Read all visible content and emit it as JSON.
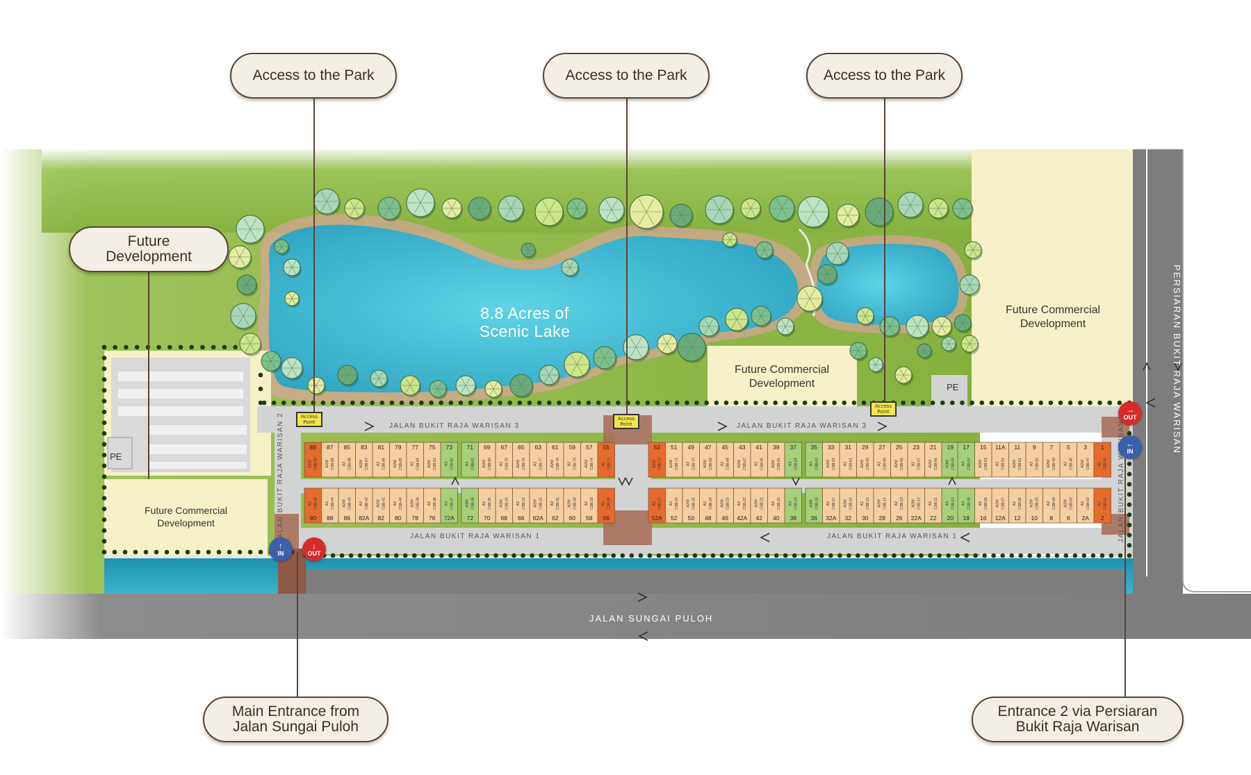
{
  "callouts": {
    "access_1": "Access to the Park",
    "access_2": "Access to the Park",
    "access_3": "Access to the Park",
    "future_dev": "Future\nDevelopment",
    "main_entrance": "Main Entrance from\nJalan Sungai Puloh",
    "entrance_2": "Entrance 2 via Persiaran\nBukit Raja Warisan"
  },
  "labels": {
    "lake": "8.8 Acres of\nScenic Lake",
    "fcd_center": "Future Commercial\nDevelopment",
    "fcd_right": "Future Commercial\nDevelopment",
    "fcd_left": "Future Commercial\nDevelopment",
    "pe_left": "PE",
    "pe_right": "PE",
    "access_point": "Access\nPoint"
  },
  "roads": {
    "warisan3_a": "JALAN BUKIT RAJA WARISAN 3",
    "warisan3_b": "JALAN BUKIT RAJA WARISAN 3",
    "warisan1_a": "JALAN BUKIT RAJA WARISAN 1",
    "warisan1_b": "JALAN BUKIT RAJA WARISAN 1",
    "warisan2": "JALAN BUKIT RAJA WARISAN 2",
    "warisan1_side": "JALAN BUKIT RAJA WARISAN 1",
    "sungai_puloh": "JALAN SUNGAI PULOH",
    "persiaran": "PERSIARAN BUKIT RAJA WARISAN"
  },
  "badges": {
    "in": "IN",
    "out": "OUT"
  },
  "colors": {
    "grass": "#86b13f",
    "lake": "#3fb6cf",
    "road": "#d2d4d4",
    "unit_a2": "#f5cfa0",
    "unit_a3": "#a6cf78",
    "unit_a1": "#e66a2c",
    "dev_area": "#f7f1c8"
  },
  "blocks": {
    "top_1": {
      "nums": [
        "89",
        "87",
        "85",
        "83",
        "81",
        "79",
        "77",
        "75",
        "73"
      ],
      "types": [
        "A1M",
        "A2M",
        "A2",
        "A2M",
        "A2",
        "A2M",
        "A2",
        "A2M",
        "A3"
      ],
      "codes": [
        "CSB-90",
        "CSB-89",
        "CSB-88",
        "CSB-87",
        "CSB-86",
        "CSB-85",
        "CSB-84",
        "CSB-83",
        "CSB-82"
      ]
    },
    "top_2": {
      "nums": [
        "71",
        "69",
        "67",
        "65",
        "63",
        "61",
        "59",
        "57",
        "55"
      ],
      "types": [
        "A3",
        "A2M",
        "A2",
        "A2M",
        "A2",
        "A2M",
        "A2",
        "A2M",
        "A1"
      ],
      "codes": [
        "CSB-81",
        "CSB-80",
        "CSB-79",
        "CSB-78",
        "CSB-77",
        "CSB-76",
        "CSB-75",
        "CSB-74",
        "CSB-73"
      ]
    },
    "top_3": {
      "nums": [
        "53",
        "51",
        "49",
        "47",
        "45",
        "43",
        "41",
        "39",
        "37"
      ],
      "types": [
        "A1M",
        "A2M",
        "A2",
        "A2M",
        "A2",
        "A2M",
        "A2",
        "A2M",
        "A3"
      ],
      "codes": [
        "CSB-72",
        "CSB-71",
        "CSB-70",
        "CSB-69",
        "CSB-68",
        "CSB-67",
        "CSB-66",
        "CSB-65",
        "CSB-64"
      ]
    },
    "top_4": {
      "nums": [
        "35",
        "33",
        "31",
        "29",
        "27",
        "25",
        "23",
        "21",
        "19"
      ],
      "types": [
        "A3",
        "A2M",
        "A2",
        "A2M",
        "A2",
        "A2M",
        "A2",
        "A2M",
        "A3M"
      ],
      "codes": [
        "CSB-63",
        "CSB-62",
        "CSB-61",
        "CSB-60",
        "CSB-59",
        "CSB-58",
        "CSB-57",
        "CSB-56",
        "CSB-55"
      ]
    },
    "top_5": {
      "nums": [
        "17",
        "15",
        "11A",
        "11",
        "9",
        "7",
        "5",
        "3",
        "1"
      ],
      "types": [
        "A3",
        "A2M",
        "A2",
        "A2M",
        "A2",
        "A2M",
        "A2",
        "A2M",
        "A1"
      ],
      "codes": [
        "CSB-54",
        "CSB-53",
        "CSB-52",
        "CSB-51",
        "CSB-50",
        "CSB-49",
        "CSB-48",
        "CSB-47",
        "CSB-46"
      ]
    },
    "bot_1": {
      "nums": [
        "90",
        "88",
        "86",
        "82A",
        "82",
        "80",
        "78",
        "76",
        "72A"
      ],
      "types": [
        "A1",
        "A2",
        "A2M",
        "A2",
        "A2M",
        "A2",
        "A2M",
        "A2",
        "A3"
      ],
      "codes": [
        "CSB-45",
        "CSB-44",
        "CSB-43",
        "CSB-42",
        "CSB-41",
        "CSB-40",
        "CSB-39",
        "CSB-38",
        "CSB-37"
      ]
    },
    "bot_2": {
      "nums": [
        "72",
        "70",
        "68",
        "66",
        "62A",
        "62",
        "60",
        "58",
        "56"
      ],
      "types": [
        "A3M",
        "A2",
        "A2M",
        "A2",
        "A2M",
        "A2",
        "A2M",
        "A2",
        "A1"
      ],
      "codes": [
        "CSB-36",
        "CSB-35",
        "CSB-34",
        "CSB-33",
        "CSB-32",
        "CSB-31",
        "CSB-30",
        "CSB-29",
        "CSB-28"
      ]
    },
    "bot_3": {
      "nums": [
        "52A",
        "52",
        "50",
        "48",
        "46",
        "42A",
        "42",
        "40",
        "38"
      ],
      "types": [
        "A1",
        "A2",
        "A2M",
        "A2",
        "A2M",
        "A2",
        "A2M",
        "A2",
        "A3"
      ],
      "codes": [
        "CSB-27",
        "CSB-26",
        "CSB-25",
        "CSB-24",
        "CSB-23",
        "CSB-22",
        "CSB-21",
        "CSB-20",
        "CSB-19"
      ]
    },
    "bot_4": {
      "nums": [
        "36",
        "32A",
        "32",
        "30",
        "28",
        "26",
        "22A",
        "22",
        "20"
      ],
      "types": [
        "A3M",
        "A2",
        "A2M",
        "A2",
        "A2M",
        "A2",
        "A2M",
        "A2",
        "A3"
      ],
      "codes": [
        "CSB-18",
        "CSB-17",
        "CSB-16",
        "CSB-15",
        "CSB-14",
        "CSB-13",
        "CSB-12",
        "CSB-11",
        "CSB-10"
      ]
    },
    "bot_5": {
      "nums": [
        "18",
        "16",
        "12A",
        "12",
        "10",
        "8",
        "6",
        "2A",
        "2"
      ],
      "types": [
        "A3",
        "A2",
        "A2M",
        "A2",
        "A2M",
        "A2",
        "A2M",
        "A2",
        "A1"
      ],
      "codes": [
        "CSB-09",
        "CSB-08",
        "CSB-07",
        "CSB-06",
        "CSB-05",
        "CSB-04",
        "CSB-03",
        "CSB-02",
        "CSB-01"
      ]
    }
  }
}
